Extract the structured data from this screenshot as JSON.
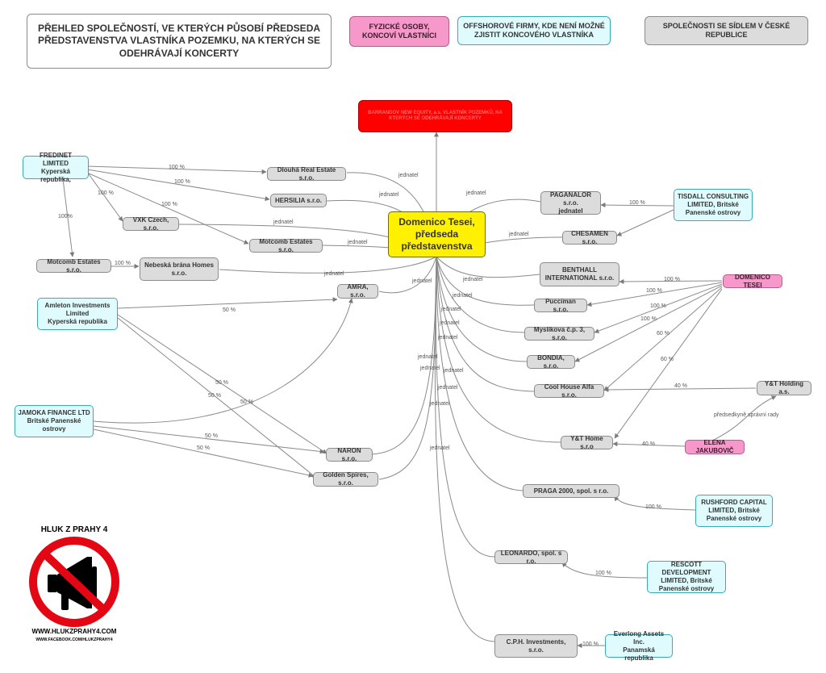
{
  "title": "PŘEHLED SPOLEČNOSTÍ, VE KTERÝCH PŮSOBÍ PŘEDSEDA PŘEDSTAVENSTVA VLASTNÍKA POZEMKU, NA KTERÝCH SE ODEHRÁVAJÍ KONCERTY",
  "legend": {
    "persons": "FYZICKÉ OSOBY, KONCOVÍ VLASTNÍCI",
    "offshore": "OFFSHOROVÉ FIRMY, KDE NENÍ MOŽNÉ ZJISTIT KONCOVÉHO VLASTNÍKA",
    "czech": "SPOLEČNOSTI SE SÍDLEM V ČESKÉ REPUBLICE"
  },
  "colors": {
    "person": "#f698c9",
    "offshore": "#dffbfd",
    "czech": "#dcdcdc",
    "center": "#fff100",
    "top": "#ff0000"
  },
  "top_box": "BARRANDOV NEW EQUITY, a.s. VLASTNÍK POZEMKŮ, NA KTERÝCH SE ODEHRÁVAJÍ KONCERTY",
  "center": "Domenico Tesei, předseda představenstva",
  "nodes": {
    "fredinet": "FREDINET LIMITED\nKyperská republika,",
    "dlouha": "Dlouhá Real Estate s.r.o.",
    "hersilia": "HERSILIA s.r.o.",
    "vxk": "VXK Czech, s.r.o.",
    "motcomb_estates": "Motcomb Estates s.r.o.",
    "motcomb_estates2": "Motcomb Estates s.r.o.",
    "nebeska": "Nebeská brána Homes\ns.r.o.",
    "amleton": "Amleton Investments\nLimited\nKyperská republika",
    "amra": "AMRA, s.r.o.",
    "jamoka": "JAMOKA FINANCE LTD\nBritské Panenské\nostrovy",
    "naron": "NARON s.r.o.",
    "golden": "Golden Spires, s.r.o.",
    "paganalor": "PAGANALOR s.r.o.\njednatel",
    "tisdall": "TISDALL CONSULTING\nLIMITED, Britské\nPanenské ostrovy",
    "chesamen": "CHESAMEN s.r.o.",
    "benthall": "BENTHALL\nINTERNATIONAL s.r.o.",
    "tesei_person": "DOMENICO TESEI",
    "pucciman": "Pucciman s.r.o.",
    "myslikova": "Myslíkova č.p. 3, s.r.o.",
    "bondia": "BONDIA, s.r.o.",
    "coolhouse": "Cool House Alfa s.r.o.",
    "yt_holding": "Y&T Holding a.s.",
    "yt_home": "Y&T Home s.r.o",
    "elena": "ELENA JAKUBOVIČ",
    "praga": "PRAGA 2000, spol. s r.o.",
    "rushford": "RUSHFORD CAPITAL\nLIMITED, Britské\nPanenské ostrovy",
    "leonardo": "LEONARDO, spol. s r.o.",
    "rescott": "RESCOTT DEVELOPMENT\nLIMITED, Britské\nPanenské ostrovy",
    "cph": "C.P.H. Investments,\ns.r.o.",
    "everlong": "Everlong Assets Inc.\nPanamská republika"
  },
  "labels": {
    "jednatel": "jednatel",
    "p100": "100 %",
    "p100b": "100%",
    "p50": "50 %",
    "p60": "60 %",
    "p40": "40 %",
    "chair": "předsedkyně správní rady"
  },
  "logo": {
    "heading": "HLUK Z PRAHY 4",
    "web": "WWW.HLUKZPRAHY4.COM",
    "facebook": "WWW.FACEBOOK.COM/HLUKZPRAHY4"
  }
}
